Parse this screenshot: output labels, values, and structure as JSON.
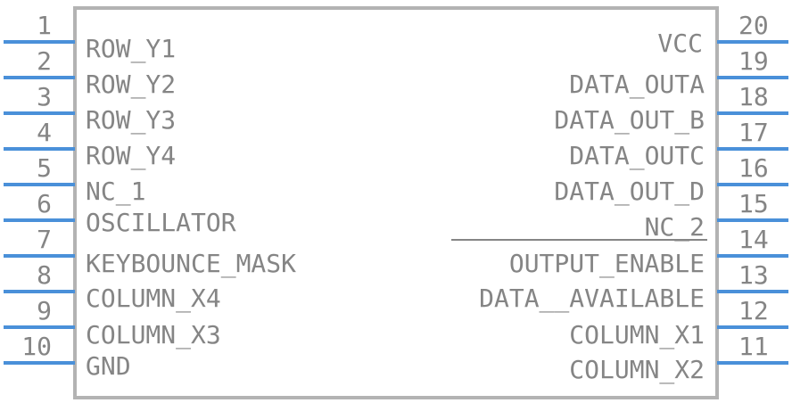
{
  "chip": {
    "left_pins": [
      {
        "number": "1",
        "label": "ROW_Y1"
      },
      {
        "number": "2",
        "label": "ROW_Y2"
      },
      {
        "number": "3",
        "label": "ROW_Y3"
      },
      {
        "number": "4",
        "label": "ROW_Y4"
      },
      {
        "number": "5",
        "label": "NC_1"
      },
      {
        "number": "6",
        "label": "OSCILLATOR"
      },
      {
        "number": "7",
        "label": ""
      },
      {
        "number": "8",
        "label": "KEYBOUNCE_MASK"
      },
      {
        "number": "9",
        "label": "COLUMN_X4"
      },
      {
        "number": "10",
        "label": "COLUMN_X3"
      }
    ],
    "left_bottom_label": "GND",
    "right_top_label": "VCC",
    "right_pins": [
      {
        "number": "20",
        "label": "DATA_OUTA"
      },
      {
        "number": "19",
        "label": "DATA_OUT_B"
      },
      {
        "number": "18",
        "label": "DATA_OUTC"
      },
      {
        "number": "17",
        "label": "DATA_OUT_D"
      },
      {
        "number": "16",
        "label": "NC_2"
      },
      {
        "number": "15",
        "label": ""
      },
      {
        "number": "14",
        "label": "OUTPUT_ENABLE"
      },
      {
        "number": "13",
        "label": "DATA__AVAILABLE"
      },
      {
        "number": "12",
        "label": "COLUMN_X1"
      },
      {
        "number": "11",
        "label": "COLUMN_X2"
      }
    ]
  },
  "colors": {
    "body_outline": "#b3b3b3",
    "pin": "#4a90d9",
    "text": "#858585"
  }
}
